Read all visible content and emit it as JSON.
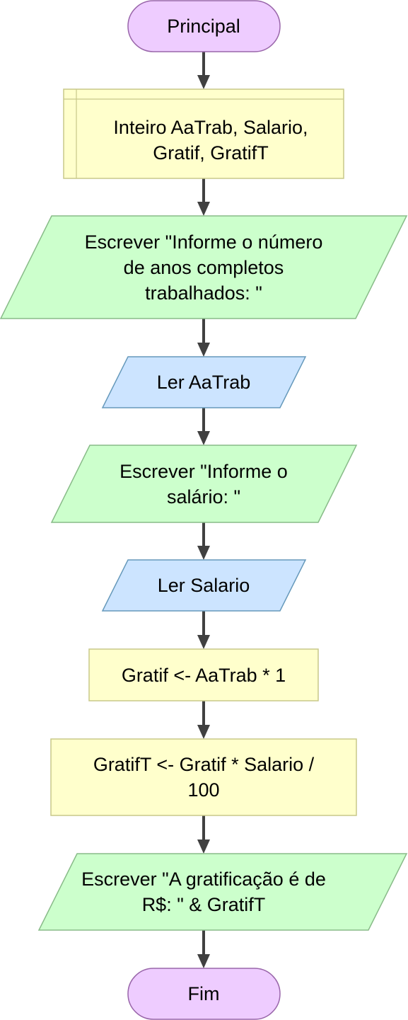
{
  "flowchart": {
    "start": {
      "lines": [
        "Principal"
      ]
    },
    "declaration": {
      "lines": [
        "Inteiro AaTrab, Salario,",
        "Gratif, GratifT"
      ]
    },
    "output_1": {
      "lines": [
        "Escrever \"Informe o número",
        "de anos completos",
        "trabalhados: \""
      ]
    },
    "input_1": {
      "lines": [
        "Ler AaTrab"
      ]
    },
    "output_2": {
      "lines": [
        "Escrever \"Informe o",
        "salário: \""
      ]
    },
    "input_2": {
      "lines": [
        "Ler Salario"
      ]
    },
    "process_1": {
      "lines": [
        "Gratif <- AaTrab * 1"
      ]
    },
    "process_2": {
      "lines": [
        "GratifT <- Gratif * Salario /",
        "100"
      ]
    },
    "output_3": {
      "lines": [
        "Escrever \"A gratificação é de",
        "R$: \" & GratifT"
      ]
    },
    "end": {
      "lines": [
        "Fim"
      ]
    }
  },
  "colors": {
    "terminal_fill": "#eeccff",
    "terminal_stroke": "#9966aa",
    "process_fill": "#ffffcc",
    "process_stroke": "#c8c88a",
    "output_fill": "#ccffcc",
    "output_stroke": "#88bb88",
    "input_fill": "#cce4ff",
    "input_stroke": "#6699bb",
    "arrow": "#404040"
  }
}
